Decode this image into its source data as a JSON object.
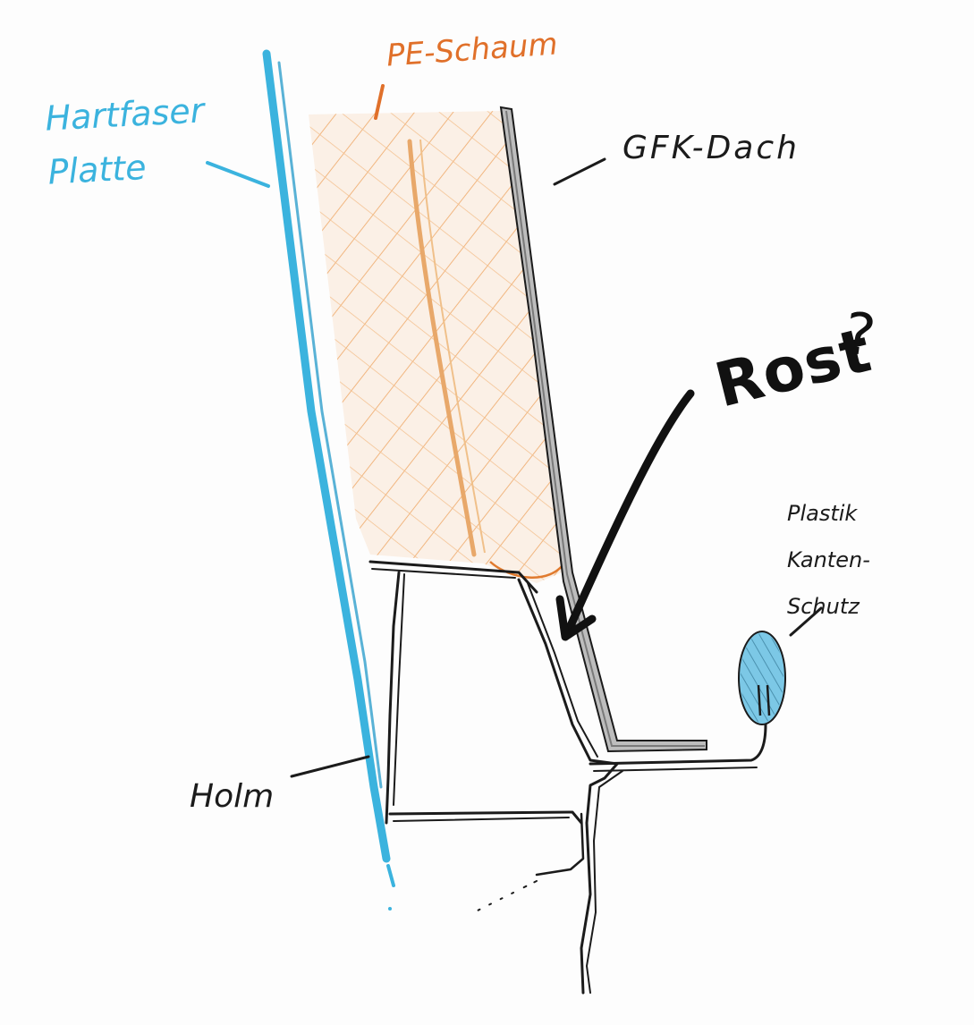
{
  "labels": {
    "hartfaser": "Hartfaser\nPlatte",
    "pe_schaum": "PE-Schaum",
    "gfk_dach": "GFK-Dach",
    "rost": "Rost",
    "rost_question": "?",
    "plastik": "Plastik\nKanten-\nSchutz",
    "holm": "Holm"
  },
  "colors": {
    "hartfaser": "#3bb3de",
    "pe_schaum": "#e0702a",
    "foam_hatch": "#f0b37a",
    "ink": "#1b1b1b",
    "roof_gray": "#9a9a9a",
    "edge_guard_fill": "#7cc8e6"
  }
}
